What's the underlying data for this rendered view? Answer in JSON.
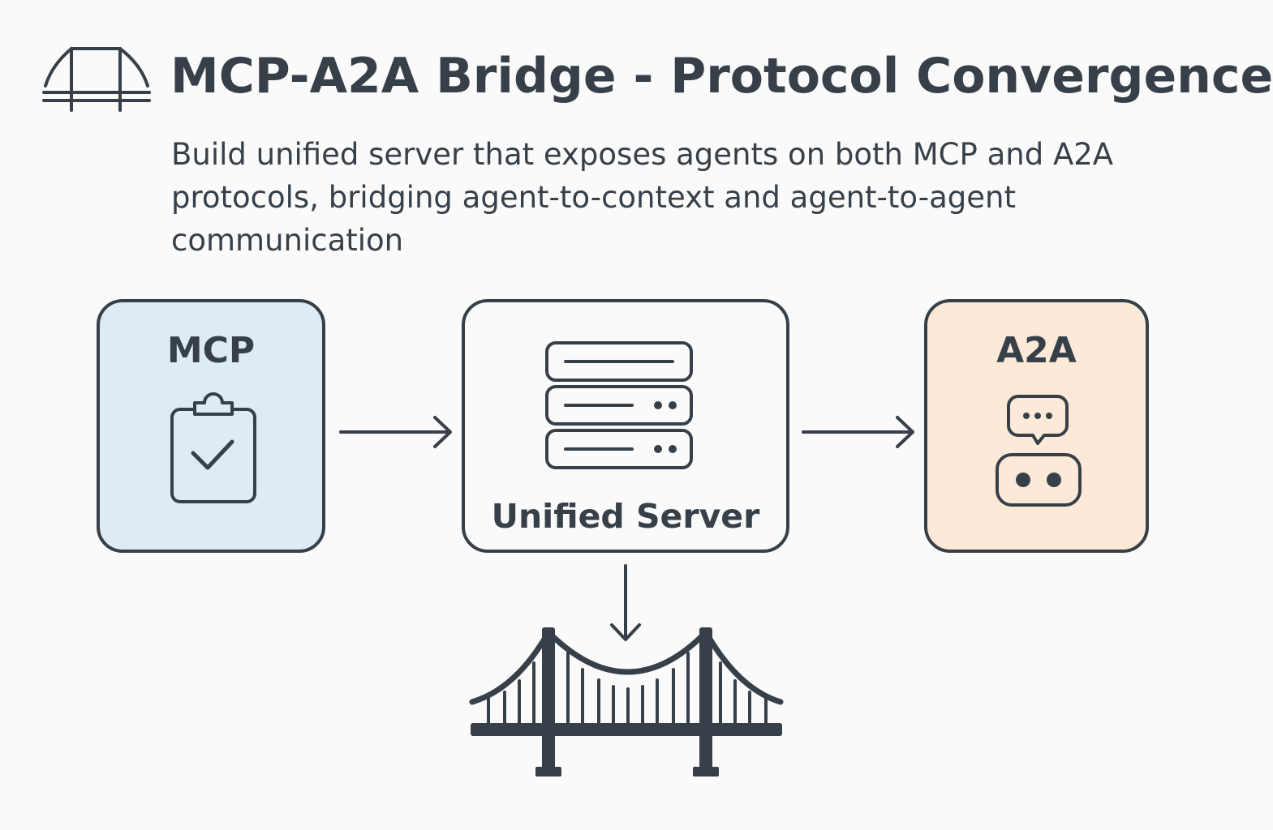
{
  "header": {
    "title": "MCP-A2A Bridge - Protocol Convergence",
    "subtitle": "Build unified server that exposes agents on both MCP and A2A protocols, bridging agent-to-context and agent-to-agent communication",
    "icon": "bridge-icon"
  },
  "diagram": {
    "nodes": [
      {
        "id": "mcp",
        "label": "MCP",
        "icon": "clipboard-check-icon",
        "fill": "#deebf4"
      },
      {
        "id": "server",
        "label": "Unified Server",
        "icon": "server-stack-icon",
        "fill": "#fafafa"
      },
      {
        "id": "a2a",
        "label": "A2A",
        "icon": "robot-chat-icon",
        "fill": "#fce9d8"
      }
    ],
    "edges": [
      {
        "from": "mcp",
        "to": "server"
      },
      {
        "from": "server",
        "to": "a2a"
      },
      {
        "from": "server",
        "to": "bridge"
      }
    ],
    "footer_icon": "suspension-bridge-icon"
  },
  "colors": {
    "stroke": "#374049",
    "background": "#fafafa",
    "mcp_fill": "#deebf4",
    "a2a_fill": "#fce9d8"
  }
}
